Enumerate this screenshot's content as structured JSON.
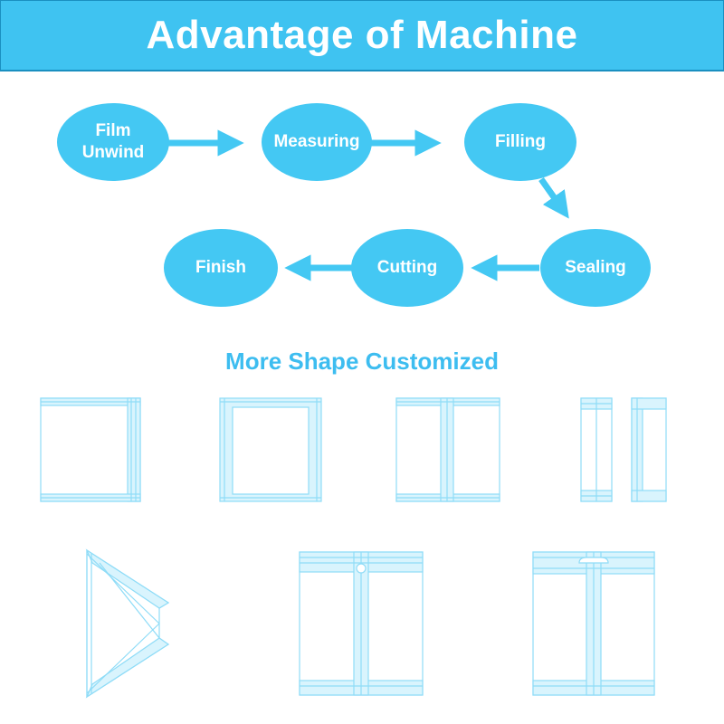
{
  "banner": {
    "title": "Advantage of Machine"
  },
  "flow": {
    "steps": [
      {
        "label": "Film\nUnwind"
      },
      {
        "label": "Measuring"
      },
      {
        "label": "Filling"
      },
      {
        "label": "Sealing"
      },
      {
        "label": "Cutting"
      },
      {
        "label": "Finish"
      }
    ]
  },
  "shapes": {
    "title": "More Shape Customized",
    "items": [
      "three-side-seal-bag-icon",
      "four-side-seal-bag-icon",
      "back-seal-bag-icon",
      "gusset-bag-icon",
      "triangle-bag-icon",
      "round-hole-hanging-bag-icon",
      "euro-hole-hanging-bag-icon"
    ]
  },
  "colors": {
    "accent": "#44c8f3",
    "line": "#8fdcf7",
    "banner": "#3fc3f1"
  }
}
